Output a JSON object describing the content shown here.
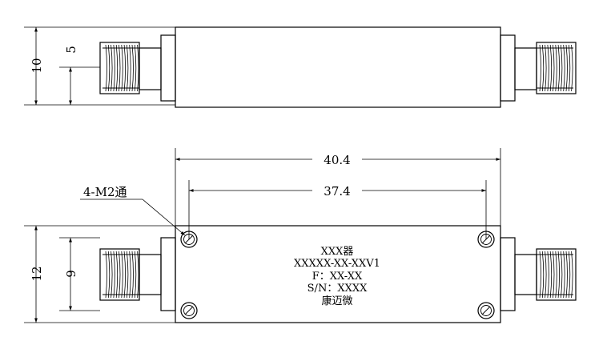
{
  "dimensions": {
    "side_height": "10",
    "side_center": "5",
    "length_overall": "40.4",
    "length_holes": "37.4",
    "top_width": "12",
    "top_connector": "9"
  },
  "callout": {
    "holes": "4-M2通"
  },
  "label_plate": {
    "line1": "XXX器",
    "line2": "XXXXX-XX-XXV1",
    "line3": "F：XX-XX",
    "line4": "S/N：XXXX",
    "line5": "康迈微"
  }
}
